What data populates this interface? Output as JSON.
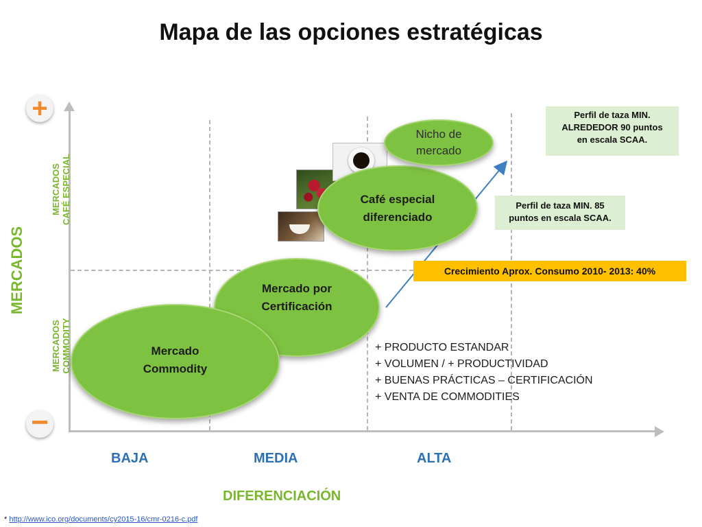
{
  "title": "Mapa de las opciones estratégicas",
  "y_axis": {
    "label": "MERCADOS",
    "plus_symbol": "+",
    "minus_symbol": "−",
    "upper_band": [
      "MERCADOS",
      "CAFÉ ESPECIAL"
    ],
    "lower_band": [
      "MERCADOS",
      "COMMODITY"
    ]
  },
  "x_axis": {
    "label": "DIFERENCIACIÓN",
    "categories": [
      "BAJA",
      "MEDIA",
      "ALTA"
    ]
  },
  "ellipses": {
    "commodity": [
      "Mercado",
      "Commodity"
    ],
    "certificacion": [
      "Mercado por",
      "Certificación"
    ],
    "especial": [
      "Café especial",
      "diferenciado"
    ],
    "nicho": [
      "Nicho de",
      "mercado"
    ]
  },
  "notes": {
    "perfil_90": [
      "Perfil de taza MIN.",
      "ALREDEDOR 90 puntos",
      "en escala SCAA."
    ],
    "perfil_85": [
      "Perfil de taza MIN. 85",
      "puntos en escala SCAA."
    ],
    "growth": "Crecimiento Aprox. Consumo 2010- 2013: 40%"
  },
  "bullets": [
    "+ PRODUCTO ESTANDAR",
    "+ VOLUMEN / + PRODUCTIVIDAD",
    "+ BUENAS PRÁCTICAS – CERTIFICACIÓN",
    "+ VENTA DE COMMODITIES"
  ],
  "footer": {
    "prefix": "* ",
    "link_text": "http://www.ico.org/documents/cy2015-16/cmr-0216-c.pdf"
  },
  "colors": {
    "green": "#7ec242",
    "label_green": "#7ab52e",
    "blue": "#2c6fb5",
    "orange": "#ffc000",
    "note_bg": "#dcefd2",
    "accent": "#f08a2e"
  }
}
